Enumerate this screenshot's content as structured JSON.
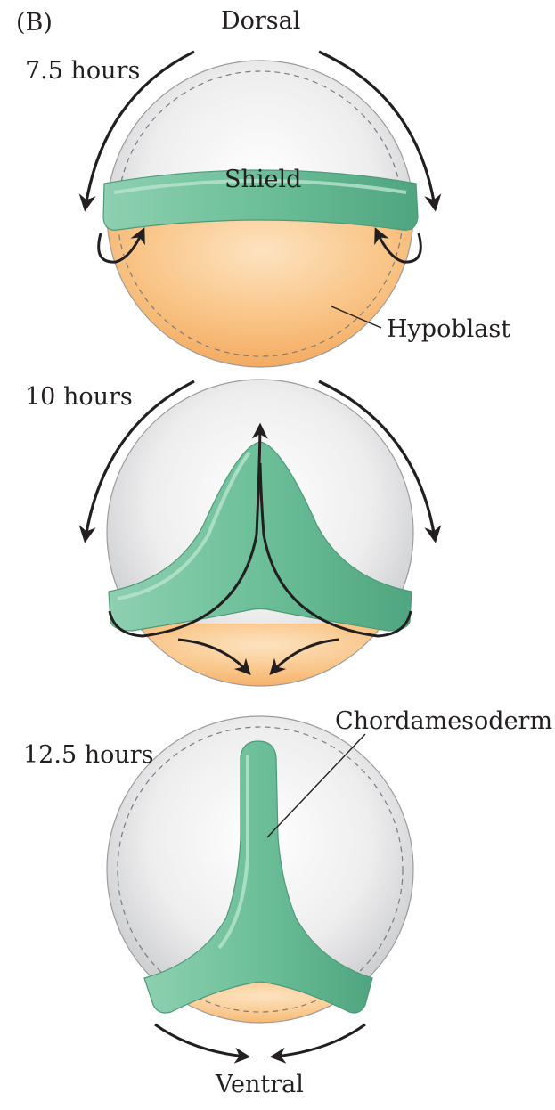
{
  "panel_label": "(B)",
  "axis": {
    "top": "Dorsal",
    "bottom": "Ventral"
  },
  "stages": [
    {
      "time": "7.5 hours",
      "labels": [
        "Shield",
        "Hypoblast"
      ]
    },
    {
      "time": "10 hours",
      "labels": []
    },
    {
      "time": "12.5 hours",
      "labels": [
        "Chordamesoderm"
      ]
    }
  ],
  "colors": {
    "epiboly_gray": "#e6e7e8",
    "yolk_orange": "#f6b36a",
    "mesoderm_green": "#74c3a0",
    "arrow": "#231f20"
  }
}
